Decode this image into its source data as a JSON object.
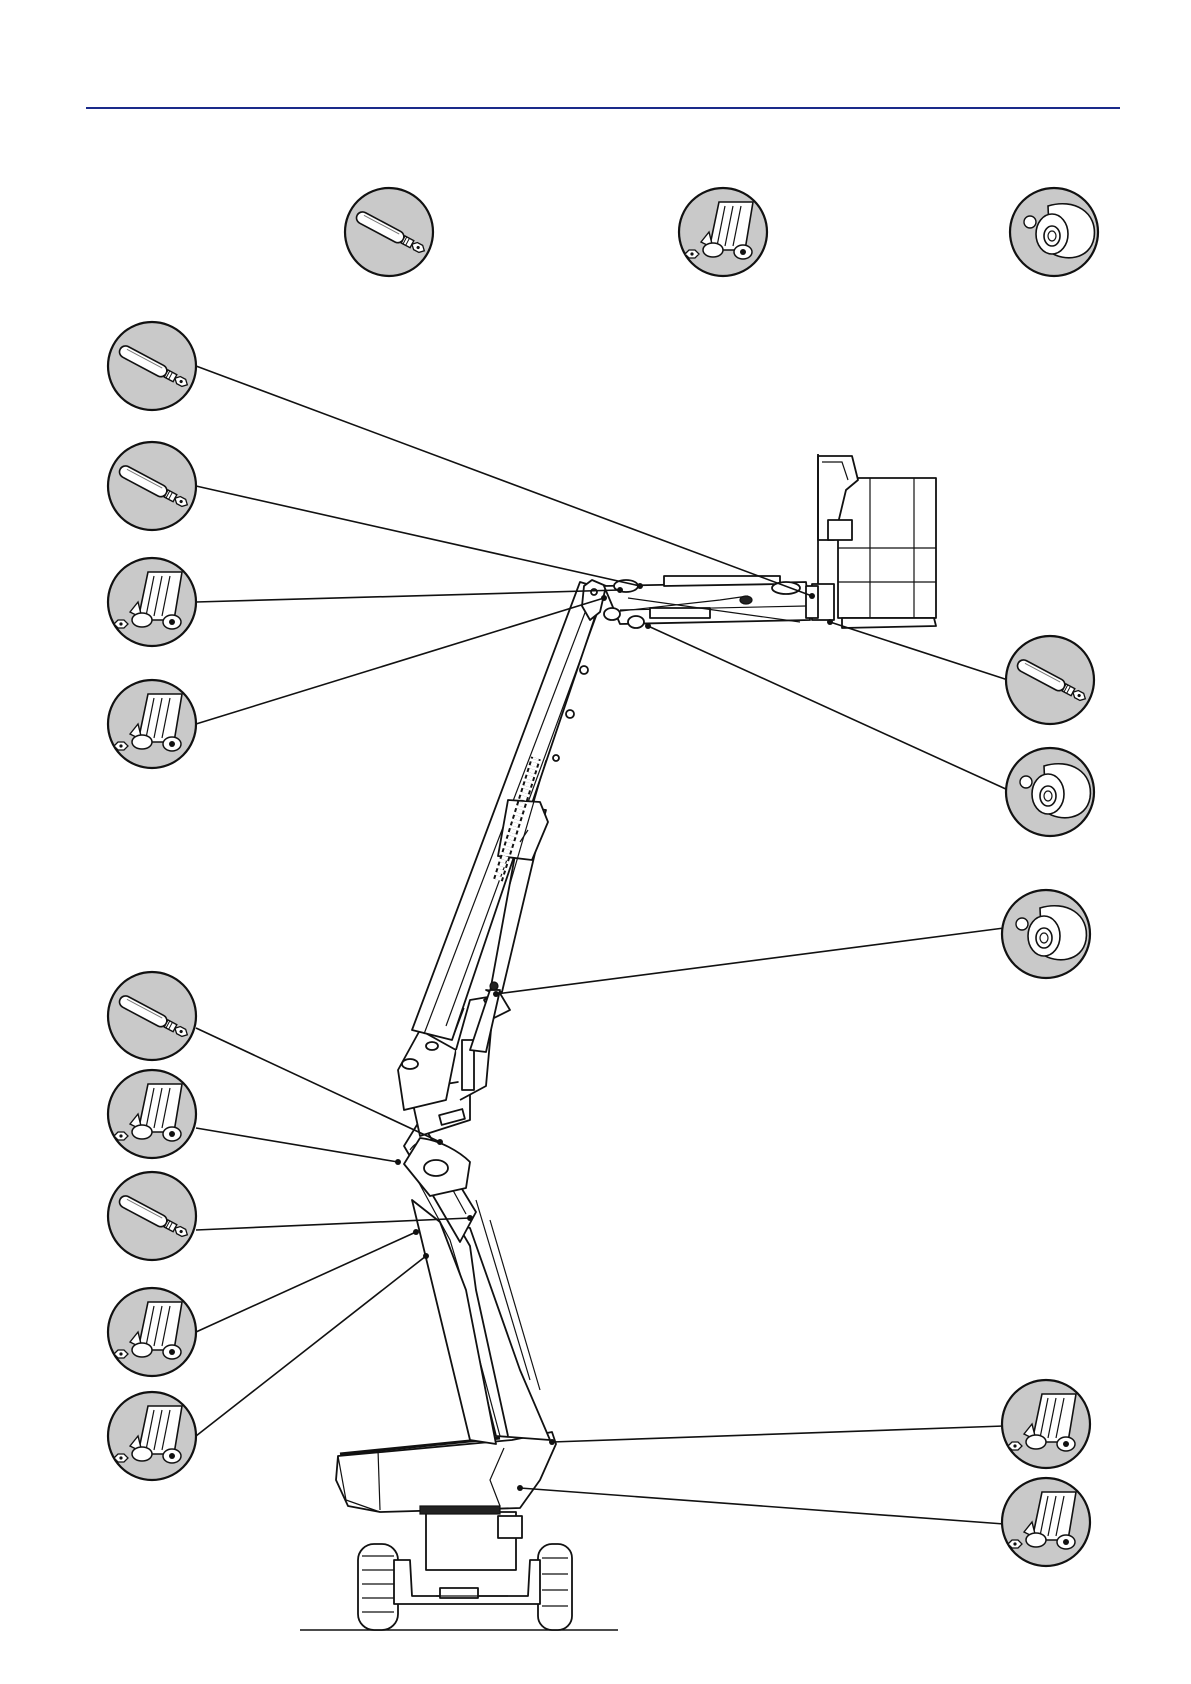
{
  "colors": {
    "header_rule": "#1a2a8a",
    "callout_fill": "#c9c9c9",
    "ink": "#111111"
  },
  "legend": [
    {
      "icon": "pin-lubrication-icon"
    },
    {
      "icon": "hinge-lubrication-icon"
    },
    {
      "icon": "bearing-lubrication-icon"
    }
  ],
  "callouts": [
    {
      "icon": "pin-lubrication-icon",
      "target": "jib-top-pin"
    },
    {
      "icon": "pin-lubrication-icon",
      "target": "jib-cylinder-pin"
    },
    {
      "icon": "hinge-lubrication-icon",
      "target": "boom-head-pin"
    },
    {
      "icon": "hinge-lubrication-icon",
      "target": "boom-head-lower-pin"
    },
    {
      "icon": "pin-lubrication-icon",
      "target": "platform-rotator-pin"
    },
    {
      "icon": "bearing-lubrication-icon",
      "target": "jib-pivot"
    },
    {
      "icon": "bearing-lubrication-icon",
      "target": "telescope-pad"
    },
    {
      "icon": "pin-lubrication-icon",
      "target": "riser-upper-pin"
    },
    {
      "icon": "hinge-lubrication-icon",
      "target": "riser-link-pin"
    },
    {
      "icon": "pin-lubrication-icon",
      "target": "riser-middle-pin"
    },
    {
      "icon": "hinge-lubrication-icon",
      "target": "riser-lower-pin"
    },
    {
      "icon": "hinge-lubrication-icon",
      "target": "riser-base-pin"
    },
    {
      "icon": "hinge-lubrication-icon",
      "target": "turntable-pivot"
    },
    {
      "icon": "hinge-lubrication-icon",
      "target": "turntable-lower-pivot"
    }
  ]
}
